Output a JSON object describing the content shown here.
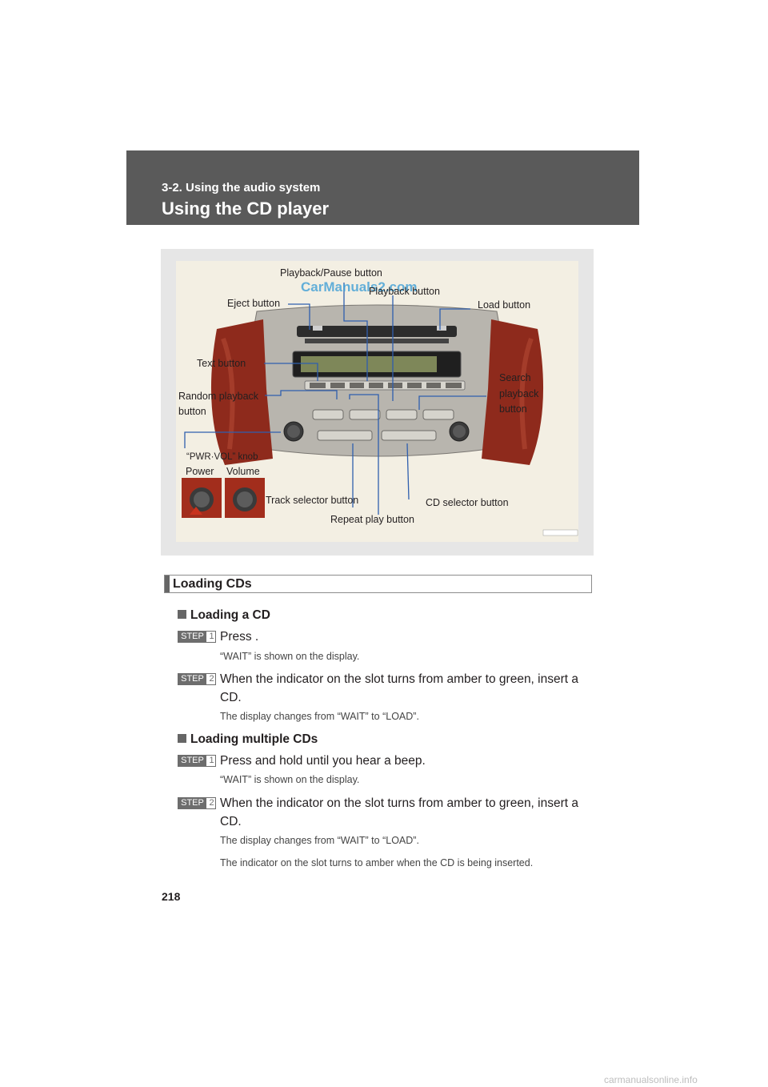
{
  "header": {
    "section": "3-2. Using the audio system",
    "title": "Using the CD player"
  },
  "figure": {
    "watermark": "CarManuals2.com",
    "code": "",
    "callouts": {
      "playback_pause": "Playback/Pause button",
      "playback": "Playback button",
      "eject": "Eject button",
      "load": "Load button",
      "text": "Text button",
      "search_1": "Search",
      "search_2": "playback",
      "search_3": "button",
      "random_1": "Random playback",
      "random_2": "button",
      "pwr_knob": "“PWR·VOL” knob",
      "power": "Power",
      "volume": "Volume",
      "track_selector": "Track selector button",
      "cd_selector": "CD selector button",
      "repeat_play": "Repeat play button"
    }
  },
  "loading": {
    "heading": "Loading CDs",
    "single": {
      "title": "Loading a CD",
      "step1_label": "STEP",
      "step1_num": "1",
      "step1_text": "Press .",
      "step1_note": "“WAIT” is shown on the display.",
      "step2_label": "STEP",
      "step2_num": "2",
      "step2_text": "When the indicator on the slot turns from amber to green, insert a CD.",
      "step2_note": "The display changes from “WAIT” to “LOAD”."
    },
    "multiple": {
      "title": "Loading multiple CDs",
      "step1_label": "STEP",
      "step1_num": "1",
      "step1_text": "Press and hold until you hear a beep.",
      "step1_note": "“WAIT” is shown on the display.",
      "step2_label": "STEP",
      "step2_num": "2",
      "step2_text": "When the indicator on the slot turns from amber to green, insert a CD.",
      "step2_note1": "The display changes from “WAIT” to “LOAD”.",
      "step2_note2": "The indicator on the slot turns to amber when the CD is being inserted."
    }
  },
  "page_number": "218",
  "footer_watermark": "carmanualsonline.info"
}
